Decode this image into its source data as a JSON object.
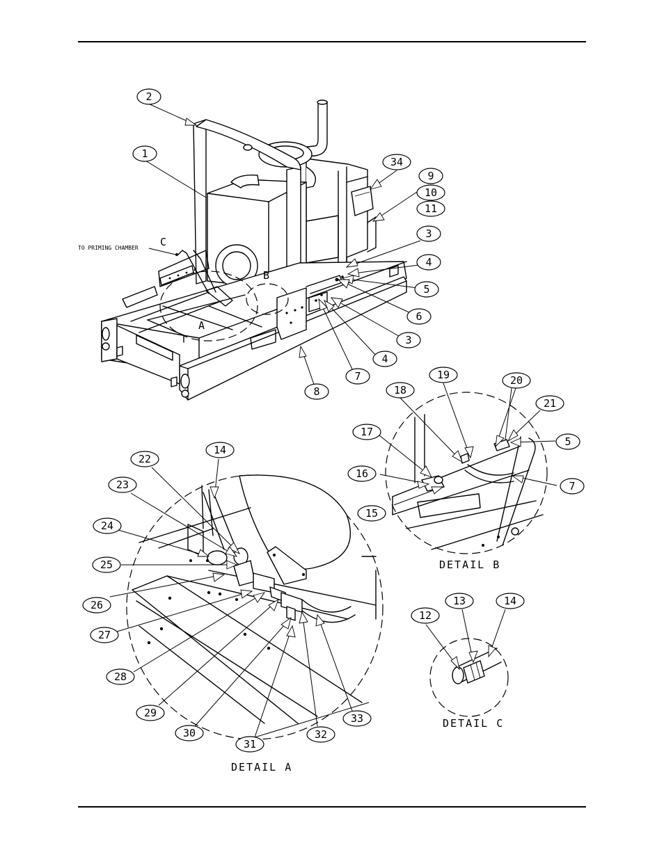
{
  "note": "TO PRIMING CHAMBER",
  "detail_letters": {
    "a": "A",
    "b": "B",
    "c": "C"
  },
  "captions": {
    "a": "DETAIL A",
    "b": "DETAIL B",
    "c": "DETAIL C"
  },
  "callouts": {
    "main": [
      "1",
      "2",
      "3",
      "3",
      "4",
      "4",
      "5",
      "6",
      "7",
      "8",
      "9",
      "10",
      "11",
      "34"
    ],
    "detail_a": [
      "14",
      "22",
      "23",
      "24",
      "25",
      "26",
      "27",
      "28",
      "29",
      "30",
      "31",
      "32",
      "33"
    ],
    "detail_b": [
      "5",
      "7",
      "15",
      "16",
      "17",
      "18",
      "19",
      "20",
      "21"
    ],
    "detail_c": [
      "12",
      "13",
      "14"
    ]
  }
}
